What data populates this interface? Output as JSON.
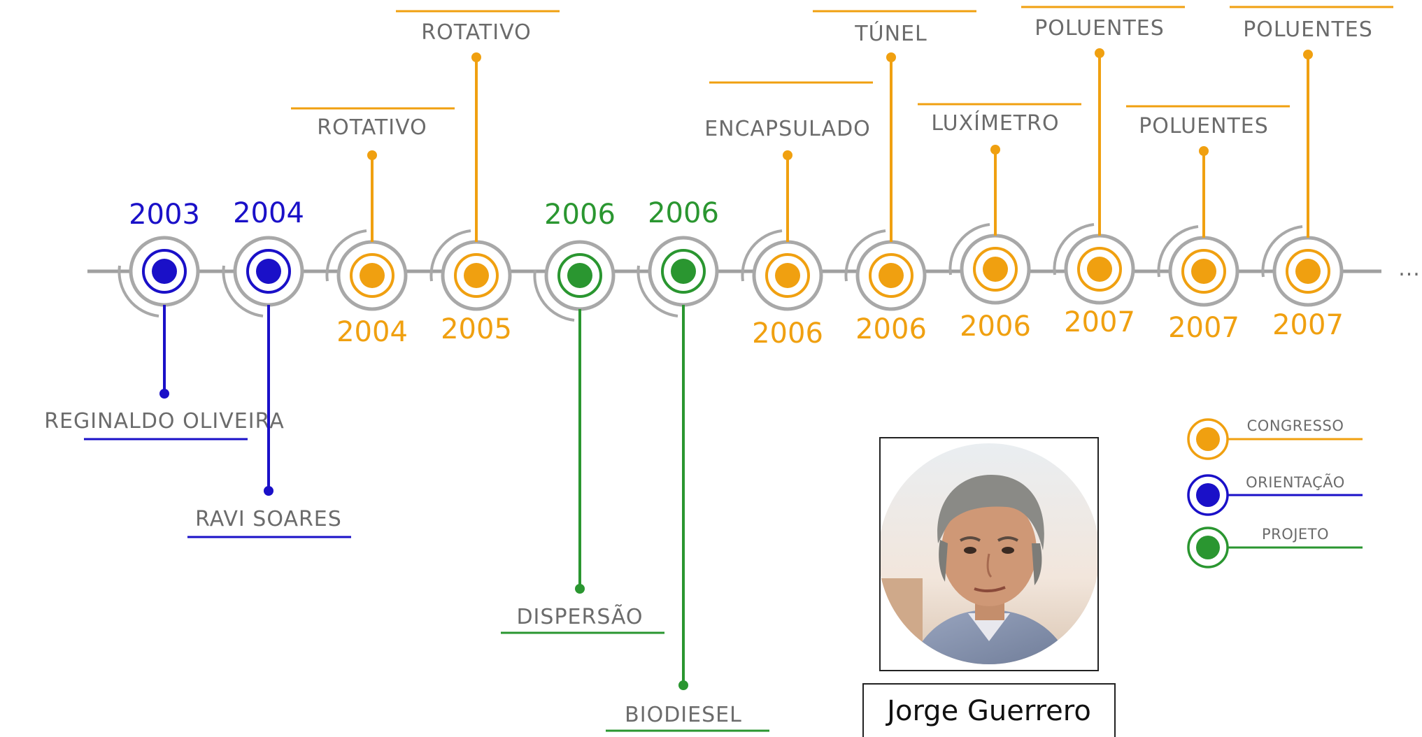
{
  "colors": {
    "congresso": "#f0a010",
    "orientacao": "#1a10c8",
    "projeto": "#2a9630",
    "axis": "#a0a0a0",
    "ring": "#a8a8a8",
    "label": "#6b6b6b"
  },
  "events": [
    {
      "year": "2003",
      "label": "REGINALDO OLIVEIRA",
      "type": "orientacao"
    },
    {
      "year": "2004",
      "label": "RAVI SOARES",
      "type": "orientacao"
    },
    {
      "year": "2004",
      "label": "ROTATIVO",
      "type": "congresso"
    },
    {
      "year": "2005",
      "label": "ROTATIVO",
      "type": "congresso"
    },
    {
      "year": "2006",
      "label": "DISPERSÃO",
      "type": "projeto"
    },
    {
      "year": "2006",
      "label": "BIODIESEL",
      "type": "projeto"
    },
    {
      "year": "2006",
      "label": "ENCAPSULADO",
      "type": "congresso"
    },
    {
      "year": "2006",
      "label": "TÚNEL",
      "type": "congresso"
    },
    {
      "year": "2006",
      "label": "LUXÍMETRO",
      "type": "congresso"
    },
    {
      "year": "2007",
      "label": "POLUENTES",
      "type": "congresso"
    },
    {
      "year": "2007",
      "label": "POLUENTES",
      "type": "congresso"
    },
    {
      "year": "2007",
      "label": "POLUENTES",
      "type": "congresso"
    }
  ],
  "continuation": "...",
  "legend": [
    {
      "label": "CONGRESSO",
      "type": "congresso"
    },
    {
      "label": "ORIENTAÇÃO",
      "type": "orientacao"
    },
    {
      "label": "PROJETO",
      "type": "projeto"
    }
  ],
  "person": {
    "name": "Jorge Guerrero",
    "photo_icon": "portrait-photo"
  }
}
